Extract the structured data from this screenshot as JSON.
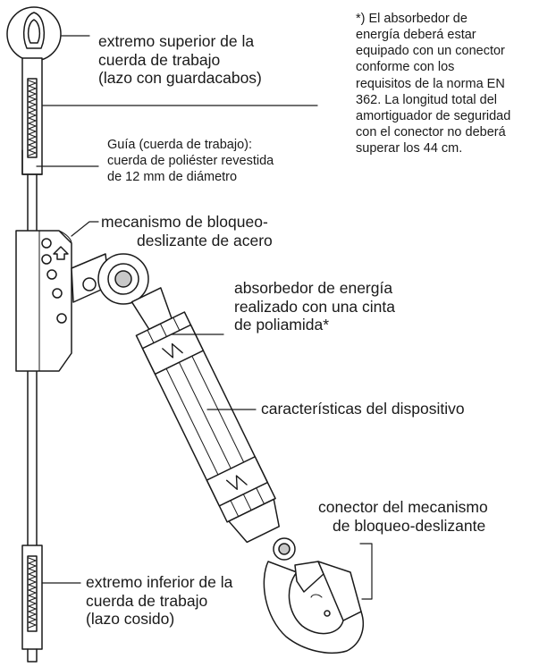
{
  "labels": {
    "upper_end": [
      "extremo superior de la",
      "cuerda de trabajo",
      "(lazo con guardacabos)"
    ],
    "guide": [
      "Guía (cuerda de trabajo):",
      "cuerda de poliéster revestida",
      "de 12 mm de diámetro"
    ],
    "lock_mechanism": [
      "mecanismo de bloqueo-",
      "deslizante de acero"
    ],
    "absorber": [
      "absorbedor de energía",
      "realizado con una cinta",
      "de poliamida*"
    ],
    "features": [
      "características del dispositivo"
    ],
    "connector": [
      "conector del mecanismo",
      "de bloqueo-deslizante"
    ],
    "lower_end": [
      "extremo inferior de la",
      "cuerda de trabajo",
      "(lazo cosido)"
    ]
  },
  "note": [
    "*) El absorbedor de",
    "energía deberá estar",
    "equipado con un conector",
    "conforme con los",
    "requisitos de la norma EN",
    "362. La longitud total del",
    "amortiguador de seguridad",
    "con el conector no deberá",
    "superar los 44 cm."
  ],
  "colors": {
    "stroke": "#1a1a1a",
    "fill": "#ffffff",
    "shade": "#c8c8c8"
  }
}
